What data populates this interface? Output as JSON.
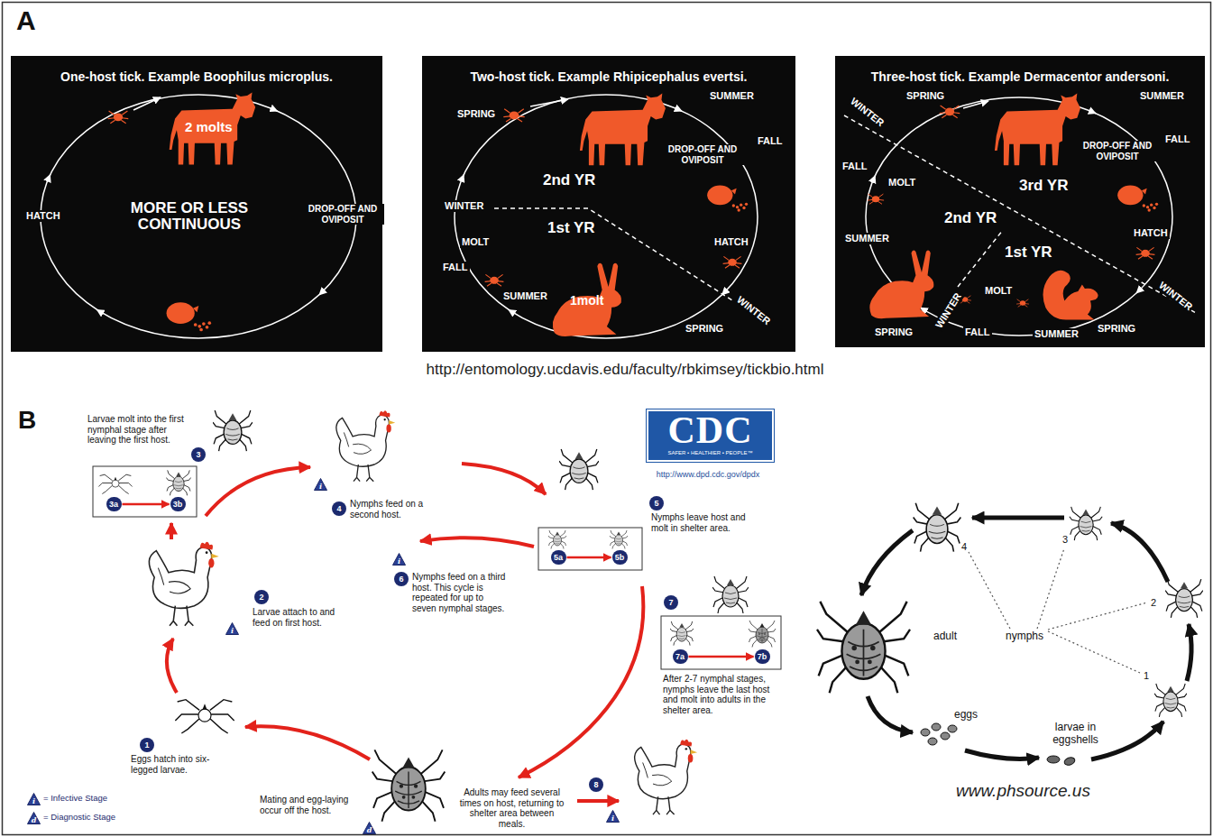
{
  "diagram": {
    "nodes": [
      {
        "text": [
          "One-host tick. Example Boophilus microplus."
        ]
      },
      {
        "text": [
          "Two-host tick. Example Rhipicephalus evertsi."
        ]
      },
      {
        "text": [
          "Three-host tick. Example Dermacentor andersoni."
        ]
      },
      {
        "text": [
          "CDC",
          "SAFER • HEALTHIER • PEOPLE™"
        ]
      },
      {
        "text": [
          "3"
        ]
      },
      {
        "text": [
          "3a"
        ]
      },
      {
        "text": [
          "3b"
        ]
      },
      {
        "text": [
          "4"
        ]
      },
      {
        "text": [
          "i"
        ]
      },
      {
        "text": [
          "5"
        ]
      },
      {
        "text": [
          "5a"
        ]
      },
      {
        "text": [
          "5b"
        ]
      },
      {
        "text": [
          "2"
        ]
      },
      {
        "text": [
          "i"
        ]
      },
      {
        "text": [
          "6"
        ]
      },
      {
        "text": [
          "i"
        ]
      },
      {
        "text": [
          "7"
        ]
      },
      {
        "text": [
          "7a"
        ]
      },
      {
        "text": [
          "7b"
        ]
      },
      {
        "text": [
          "1"
        ]
      },
      {
        "text": [
          "8"
        ]
      },
      {
        "text": [
          "i"
        ]
      },
      {
        "text": [
          "d"
        ]
      },
      {
        "text": [
          "i"
        ]
      },
      {
        "text": [
          "d"
        ]
      }
    ],
    "edges": [
      {
        "from": 5,
        "to": 6,
        "arrow": "to"
      },
      {
        "from": 10,
        "to": 11,
        "arrow": "to"
      },
      {
        "from": 17,
        "to": 18,
        "arrow": "to"
      }
    ],
    "labels": [
      "A",
      "2 molts",
      "HATCH",
      "MORE OR LESS CONTINUOUS",
      "DROP-OFF AND OVIPOSIT",
      "SPRING",
      "SUMMER",
      "DROP-OFF AND OVIPOSIT",
      "FALL",
      "2nd YR",
      "WINTER",
      "1st YR",
      "HATCH",
      "MOLT",
      "FALL",
      "1molt",
      "SUMMER",
      "SPRING",
      "WINTER",
      "SPRING",
      "SUMMER",
      "WINTER",
      "FALL",
      "DROP-OFF AND OVIPOSIT",
      "FALL",
      "MOLT",
      "3rd YR",
      "2nd YR",
      "HATCH",
      "SUMMER",
      "1st YR",
      "MOLT",
      "WINTER",
      "WINTER",
      "SPRING",
      "FALL",
      "SUMMER",
      "SPRING",
      "http://entomology.ucdavis.edu/faculty/rbkimsey/tickbio.html",
      "B",
      "Larvae molt into the first nymphal stage after leaving the first host.",
      "Nymphs feed on a second host.",
      "http://www.dpd.cdc.gov/dpdx",
      "Nymphs leave host and molt in shelter area.",
      "Larvae attach to and feed on first host.",
      "Nymphs feed on a third host. This cycle is repeated for up to seven nymphal stages.",
      "After 2-7 nymphal stages, nymphs leave the last host and molt into adults in the shelter area.",
      "Eggs hatch into six-legged larvae.",
      "Mating and egg-laying occur off the host.",
      "Adults may feed several times on host, returning to shelter area between meals.",
      "1",
      "2",
      "3",
      "4",
      "adult",
      "nymphs",
      "eggs",
      "larvae in eggshells",
      "www.phsource.us"
    ],
    "legend": [
      {
        "text": "= Infective Stage"
      },
      {
        "text": "= Diagnostic Stage"
      }
    ]
  }
}
